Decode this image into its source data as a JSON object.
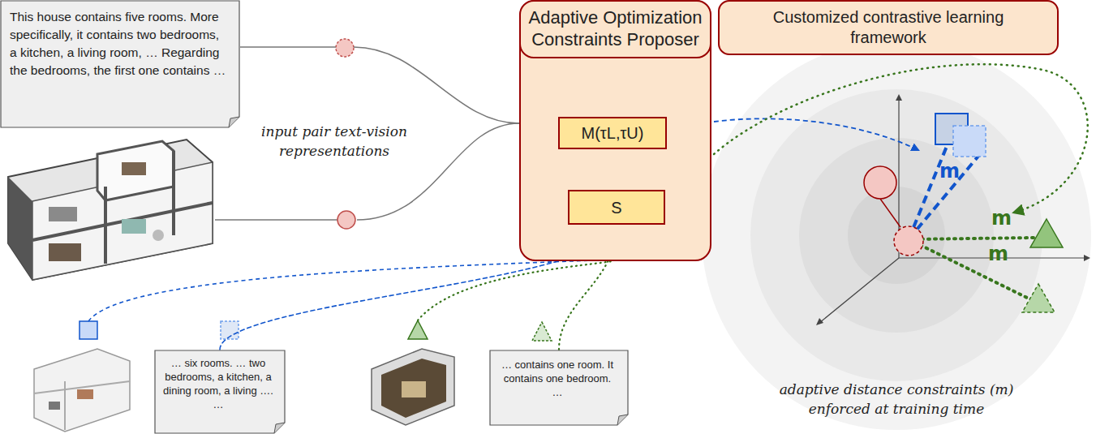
{
  "diagram": {
    "nodes": [
      {
        "text": [
          "This house contains five rooms. More specifically, it contains two bedrooms, a kitchen, a living room, … Regarding the bedrooms, the first one contains …"
        ]
      },
      {
        "text": [
          "Adaptive Optimization Constraints Proposer"
        ]
      },
      {
        "text": [
          "M(τL,τU)"
        ],
        "in": 1
      },
      {
        "text": [
          "S"
        ],
        "in": 1
      },
      {
        "text": [
          "Customized contrastive learning framework"
        ]
      },
      {
        "text": [
          "… six rooms. … two bedrooms, a kitchen, a dining room, a living …. …"
        ]
      },
      {
        "text": [
          "… contains one room. It contains one bedroom. …"
        ]
      }
    ],
    "edges": [
      {
        "from": 0,
        "to": 3,
        "arrow": "to"
      },
      {
        "from": 3,
        "to": 2,
        "arrow": "to"
      },
      {
        "from": 5,
        "to": 3,
        "arrow": "to"
      },
      {
        "from": 6,
        "to": 3,
        "arrow": "to"
      }
    ],
    "labels": [
      "input pair text-vision representations",
      "m",
      "m",
      "m",
      "adaptive distance constraints (m) enforced at training time"
    ]
  }
}
